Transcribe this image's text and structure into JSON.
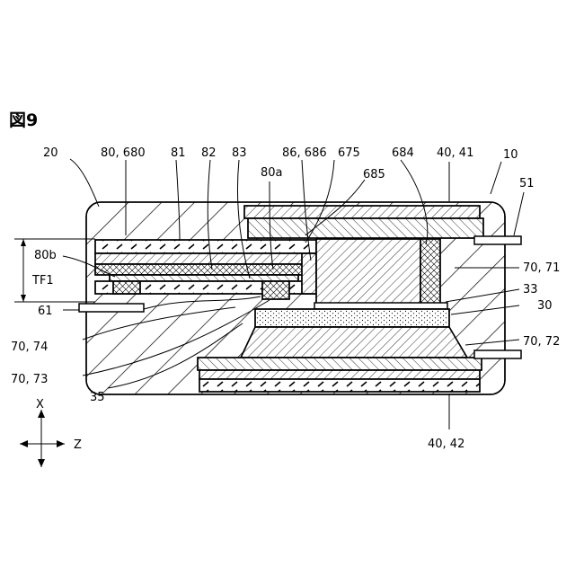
{
  "figure": {
    "title": "図9",
    "labels": {
      "l20": "20",
      "l80_680": "80, 680",
      "l81": "81",
      "l82": "82",
      "l83": "83",
      "l86_686": "86, 686",
      "l675": "675",
      "l684": "684",
      "l40_41": "40, 41",
      "l10": "10",
      "l51": "51",
      "l80a": "80a",
      "l685": "685",
      "l80b": "80b",
      "lTF1": "TF1",
      "l70_71": "70, 71",
      "l33": "33",
      "l30": "30",
      "l61": "61",
      "l70_74": "70, 74",
      "l70_72": "70, 72",
      "l70_73": "70, 73",
      "l35": "35",
      "l40_42": "40, 42",
      "axisX": "X",
      "axisZ": "Z"
    }
  }
}
